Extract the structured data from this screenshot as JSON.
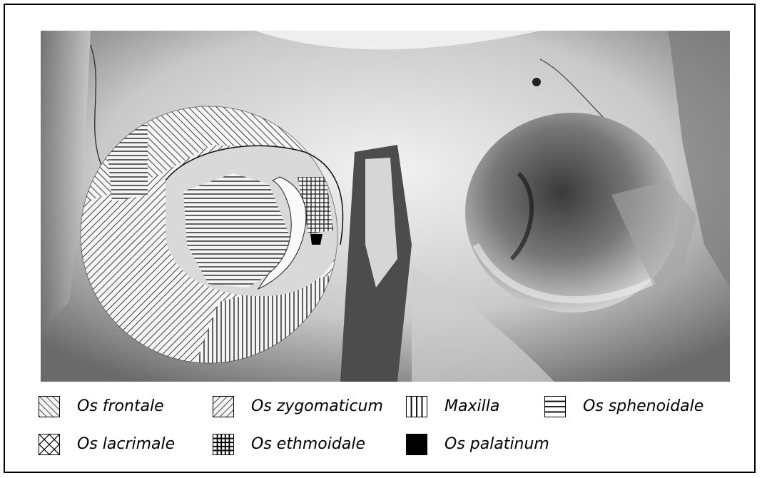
{
  "legend": {
    "items": [
      {
        "id": "frontale",
        "label": "Os frontale",
        "pattern": "diagonal-right"
      },
      {
        "id": "zygomaticum",
        "label": "Os zygomaticum",
        "pattern": "diagonal-left"
      },
      {
        "id": "maxilla",
        "label": "Maxilla",
        "pattern": "vertical"
      },
      {
        "id": "sphenoidale",
        "label": "Os sphenoidale",
        "pattern": "horizontal"
      },
      {
        "id": "lacrimale",
        "label": "Os lacrimale",
        "pattern": "cross-diagonal"
      },
      {
        "id": "ethmoidale",
        "label": "Os ethmoidale",
        "pattern": "grid"
      },
      {
        "id": "palatinum",
        "label": "Os palatinum",
        "pattern": "solid"
      }
    ]
  },
  "colors": {
    "ink": "#000000",
    "paper": "#ffffff",
    "skull_light": "#e9e9e9",
    "skull_mid": "#bdbdbd",
    "skull_dark": "#5a5a5a",
    "orbit_dark": "#2e2e2e"
  }
}
